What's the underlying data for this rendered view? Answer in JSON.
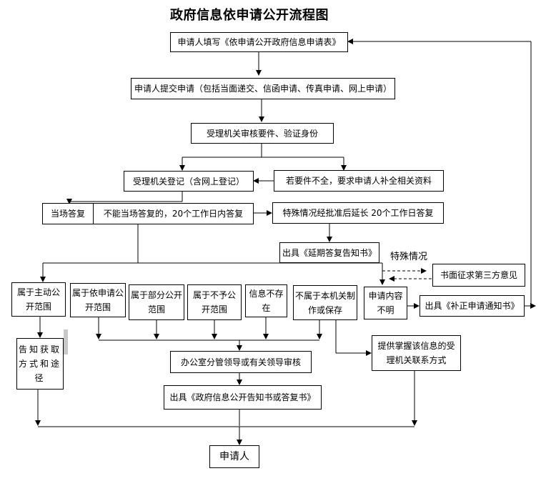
{
  "title": "政府信息依申请公开流程图",
  "nodes": {
    "fill_form": "申请人填写《依申请公开政府信息申请表》",
    "submit": "申请人提交申请（包括当面递交、信函申请、传真申请、网上申请）",
    "review": "受理机关审核要件、验证身份",
    "register": "受理机关登记（含网上登记）",
    "incomplete": "若要件不全，要求申请人补全相关资料",
    "on_site_reply": "当场答复",
    "not_on_site": "不能当场答复的，20个工作日内答复",
    "special_extend": "特殊情况经批准后延长 20个工作日答复",
    "delay_notice": "出具《延期答复告知书》",
    "special_label": "特殊情况",
    "third_party": "书面征求第三方意见",
    "active_scope": "属于主动公开范围",
    "apply_scope": "属于依申请公开范围",
    "partial_scope": "属于部分公开范围",
    "no_disclose": "属于不予公开范围",
    "not_exist": "信息不存在",
    "not_this_org": "不属于本机关制作或保存",
    "unclear": "申请内容不明",
    "correction_notice": "出具《补正申请通知书》",
    "inform_method": "告知获取方式和途径",
    "provide_contact": "提供掌握该信息的受理机关联系方式",
    "office_review": "办公室分管领导或有关领导审核",
    "issue_notice": "出具《政府信息公开告知书或答复书》",
    "applicant": "申请人"
  }
}
